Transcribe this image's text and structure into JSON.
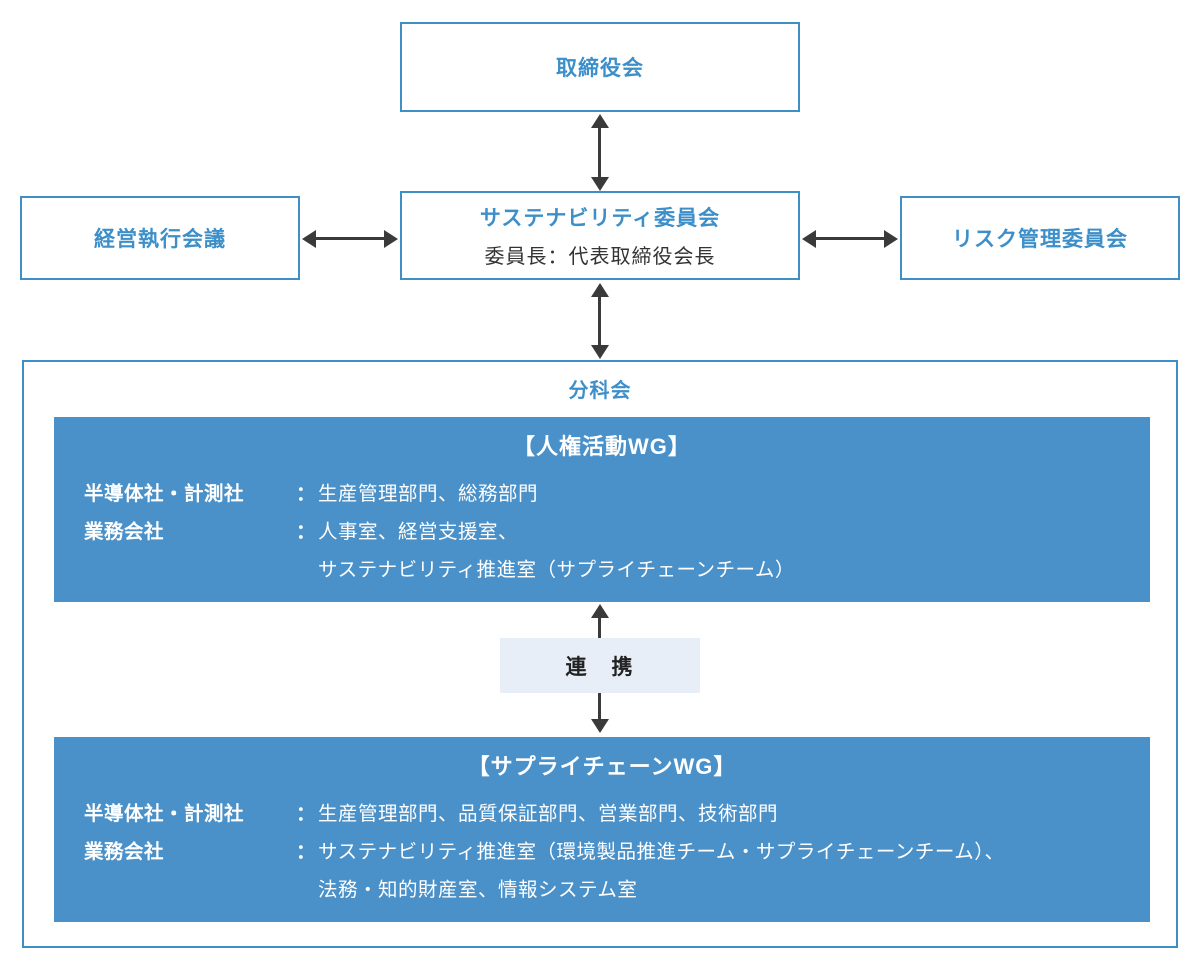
{
  "colors": {
    "accent_blue": "#3d8fc9",
    "box_border_blue": "#3f8ec5",
    "wg_fill_blue": "#4a91c9",
    "renkei_fill": "#e8eef8",
    "arrow_gray": "#3a3a3a"
  },
  "boxes": {
    "board": {
      "label": "取締役会"
    },
    "management": {
      "label": "経営執行会議"
    },
    "sustainability": {
      "title": "サステナビリティ委員会",
      "subtitle": "委員長：代表取締役会長"
    },
    "risk": {
      "label": "リスク管理委員会"
    },
    "subcommittee": {
      "title": "分科会"
    },
    "wg_human": {
      "title": "【人権活動WG】",
      "rows": [
        {
          "label": "半導体社・計測社",
          "colon": "：",
          "value": "生産管理部門、総務部門"
        },
        {
          "label": "業務会社",
          "colon": "：",
          "value": "人事室、経営支援室、"
        },
        {
          "label": "",
          "colon": "",
          "value": "サステナビリティ推進室（サプライチェーンチーム）"
        }
      ]
    },
    "renkei": {
      "label": "連　携"
    },
    "wg_supply": {
      "title": "【サプライチェーンWG】",
      "rows": [
        {
          "label": "半導体社・計測社",
          "colon": "：",
          "value": "生産管理部門、品質保証部門、営業部門、技術部門"
        },
        {
          "label": "業務会社",
          "colon": "：",
          "value": "サステナビリティ推進室（環境製品推進チーム・サプライチェーンチーム）、"
        },
        {
          "label": "",
          "colon": "",
          "value": "法務・知的財産室、情報システム室"
        }
      ]
    }
  }
}
